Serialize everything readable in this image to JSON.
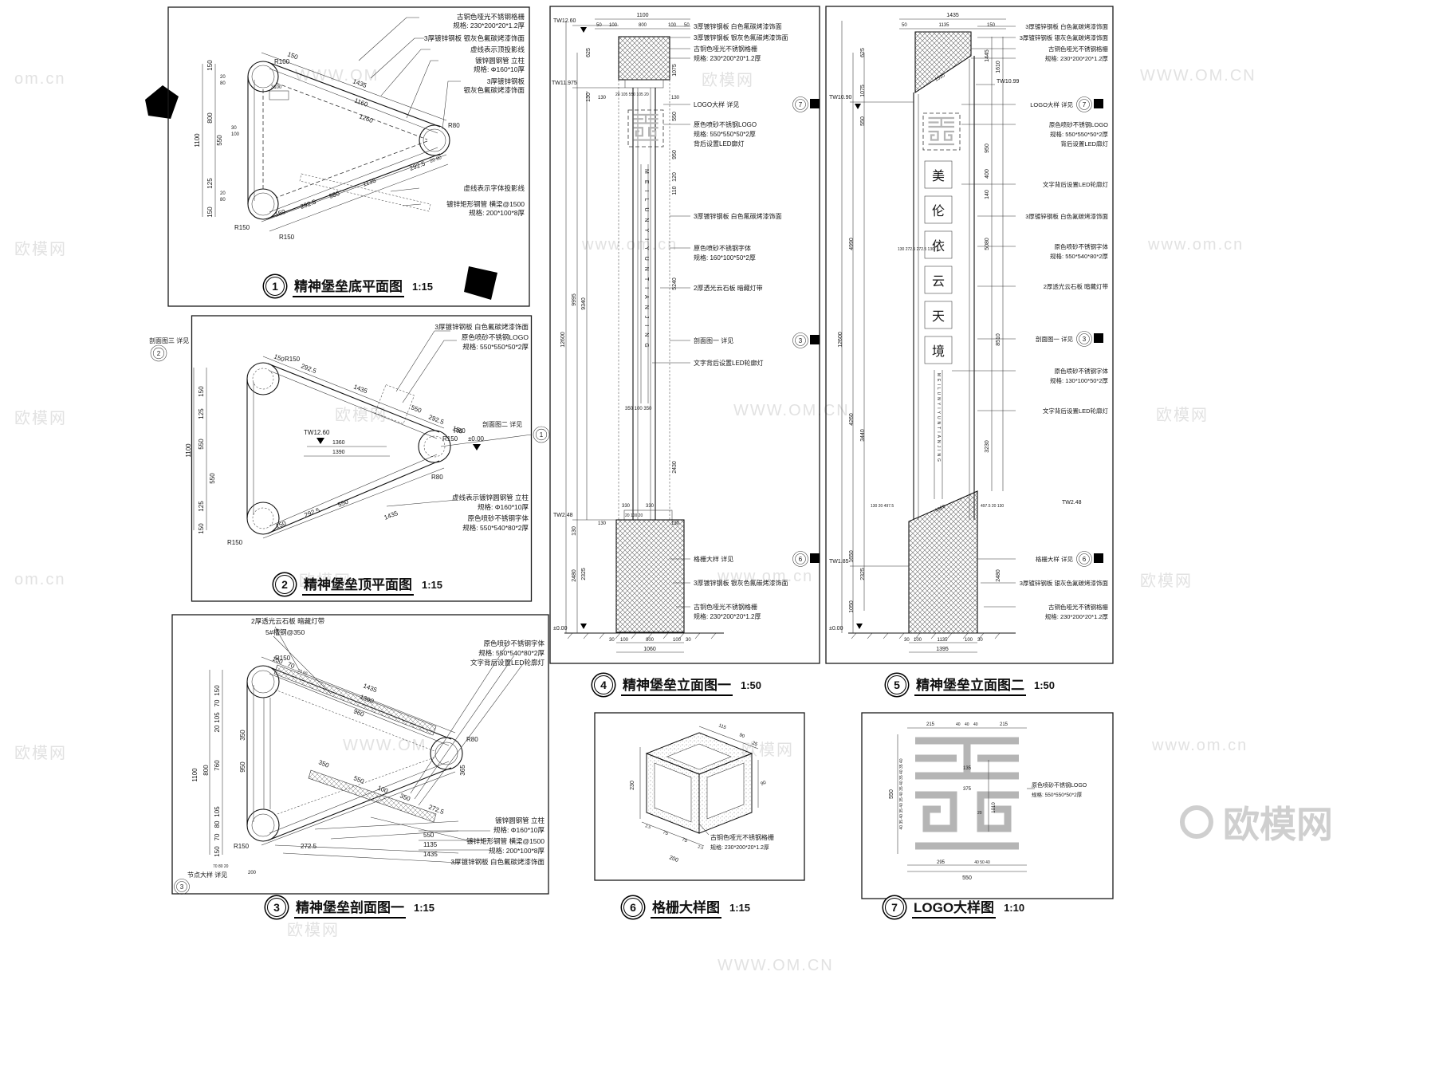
{
  "watermark": {
    "brand": "欧模网",
    "url": "www.om.cn",
    "url_upper": "WWW.OM.CN",
    "url_short": "om.cn",
    "url_part": "WWW.OM"
  },
  "panels": {
    "p1": {
      "num": "1",
      "title": "精神堡垒底平面图",
      "scale": "1:15",
      "co_top": [
        "古铜色哑光不锈钢格栅",
        "规格: 230*200*20*1.2厚",
        "3厚镀锌钢板 银灰色氟碳烤漆饰面",
        "虚线表示顶投影线",
        "镀锌圆钢管  立柱",
        "规格: Φ160*10厚",
        "3厚镀锌钢板",
        "银灰色氟碳烤漆饰面"
      ],
      "co_bot": [
        "虚线表示字体投影线",
        "镀锌矩形钢管  横梁@1500",
        "规格: 200*100*8厚"
      ],
      "dims": {
        "top": [
          "150",
          "1435",
          "1160",
          "1260"
        ],
        "left": [
          "150",
          "800",
          "550",
          "125",
          "150",
          "1100"
        ],
        "small": [
          "20",
          "80",
          "20",
          "80",
          "30",
          "100",
          "3100",
          "20 80"
        ],
        "bottom": [
          "150",
          "292.5",
          "550",
          "1135",
          "292.5"
        ],
        "radii": [
          "R100",
          "R80",
          "R150",
          "R150"
        ]
      }
    },
    "p2": {
      "num": "2",
      "title": "精神堡垒顶平面图",
      "scale": "1:15",
      "sec3": "剖面图三 详见",
      "sec3n": "2",
      "sec2": "剖面图二 详见",
      "sec2n": "1",
      "tw": "TW12.60",
      "lvl": "±0.00",
      "co_top": [
        "3厚镀锌钢板 白色氟碳烤漆饰面",
        "原色喷砂不锈钢LOGO",
        "规格: 550*550*50*2厚"
      ],
      "co_bot": [
        "虚线表示镀锌圆钢管 立柱",
        "规格: Φ160*10厚",
        "原色喷砂不锈钢字体",
        "规格: 550*540*80*2厚"
      ],
      "dims": {
        "top": [
          "150",
          "292.5",
          "1435",
          "550",
          "292.5",
          "150"
        ],
        "left": [
          "150",
          "125",
          "550",
          "125",
          "150",
          "1100"
        ],
        "mid": [
          "1360",
          "1390"
        ],
        "bottom": [
          "150",
          "292.5",
          "550",
          "1435"
        ],
        "radii": [
          "R150",
          "R80",
          "R150",
          "R80"
        ]
      }
    },
    "p3": {
      "num": "3",
      "title": "精神堡垒剖面图一",
      "scale": "1:15",
      "note": "节点大样 详见",
      "noten": "3",
      "co_top": [
        "2厚透光云石板 暗藏灯带",
        "5#槽钢@350",
        "原色喷砂不锈钢字体",
        "规格: 550*540*80*2厚",
        "文字背后设置LED轮廓灯"
      ],
      "co_bot": [
        "镀锌圆钢管  立柱",
        "规格: Φ160*10厚",
        "镀锌矩形钢管  横梁@1500",
        "规格: 200*100*8厚",
        "3厚镀锌钢板 白色氟碳烤漆饰面"
      ],
      "dims": {
        "top": [
          "150",
          "70",
          "20 60",
          "1435",
          "1390",
          "960"
        ],
        "left": [
          "150",
          "70",
          "105",
          "20",
          "760",
          "800",
          "1100",
          "105",
          "80",
          "70",
          "150"
        ],
        "mid": [
          "350",
          "950",
          "350",
          "550",
          "100",
          "350",
          "272.5",
          "365"
        ],
        "bottom": [
          "272.5",
          "550",
          "1135",
          "1435",
          "70 80 20",
          "200"
        ],
        "radii": [
          "R150",
          "R80",
          "R150"
        ]
      }
    },
    "p4": {
      "num": "4",
      "title": "精神堡垒立面图一",
      "scale": "1:50",
      "tw1": "TW12.60",
      "tw2": "TW11.975",
      "tw3": "TW2.48",
      "lvl": "±0.00",
      "vtext": "MEILUNYIYUNTIANJING",
      "r7": "7",
      "r3": "3",
      "r6": "6",
      "co": [
        "3厚镀锌钢板 白色氟碳烤漆饰面",
        "3厚镀锌钢板 银灰色氟碳烤漆饰面",
        "古铜色哑光不锈钢格栅",
        "规格: 230*200*20*1.2厚",
        "LOGO大样 详见",
        "原色喷砂不锈钢LOGO",
        "规格: 550*550*50*2厚",
        "背后设置LED廓灯",
        "3厚镀锌钢板 白色氟碳烤漆饰面",
        "原色喷砂不锈钢字体",
        "规格: 160*100*50*2厚",
        "2厚透光云石板 暗藏灯带",
        "剖面图一 详见",
        "文字背后设置LED轮廓灯",
        "格栅大样 详见",
        "3厚镀锌钢板 银灰色氟碳烤漆饰面",
        "古铜色哑光不锈钢格栅",
        "规格: 230*200*20*1.2厚"
      ],
      "dims": {
        "t1": "1100",
        "t2": "100",
        "t3": "800",
        "t4": "100",
        "t5": "50",
        "t6": "50",
        "left": [
          "625",
          "130",
          "9995",
          "9340",
          "12600",
          "2480",
          "2325",
          "130"
        ],
        "mid": [
          "20 105 550 105 20",
          "130",
          "130",
          "1075",
          "550",
          "950",
          "120",
          "110",
          "5240",
          "350 100 350",
          "2430",
          "330",
          "330",
          "20 100 20",
          "130",
          "130"
        ],
        "bottom": [
          "30",
          "100",
          "800",
          "100",
          "30",
          "1060"
        ]
      }
    },
    "p5": {
      "num": "5",
      "title": "精神堡垒立面图二",
      "scale": "1:50",
      "tw1": "TW10.90",
      "tw2": "TW10.99",
      "tw3": "TW2.48",
      "tw4": "TW1.85",
      "lvl": "±0.00",
      "chars": [
        "美",
        "伦",
        "依",
        "云",
        "天",
        "境"
      ],
      "vtext": "MEILUNYIYUNTIANJING",
      "r7": "7",
      "r3": "3",
      "r6": "6",
      "co": [
        "3厚镀锌钢板 白色氟碳烤漆饰面",
        "3厚镀锌钢板 银灰色氟碳烤漆饰面",
        "古铜色哑光不锈钢格栅",
        "规格: 230*200*20*1.2厚",
        "LOGO大样 详见",
        "原色喷砂不锈钢LOGO",
        "规格: 550*550*50*2厚",
        "背后设置LED廓灯",
        "文字背后设置LED轮廓灯",
        "3厚镀锌钢板 白色氟碳烤漆饰面",
        "原色喷砂不锈钢字体",
        "规格: 550*540*80*2厚",
        "2厚透光云石板 暗藏灯带",
        "剖面图一 详见",
        "原色喷砂不锈钢字体",
        "规格: 130*100*50*2厚",
        "文字背后设置LED轮廓灯",
        "格栅大样 详见",
        "3厚镀锌钢板 银灰色氟碳烤漆饰面",
        "古铜色哑光不锈钢格栅",
        "规格: 230*200*20*1.2厚"
      ],
      "dims": {
        "t1": "1435",
        "t2": "50",
        "t3": "1135",
        "t4": "150",
        "left": [
          "625",
          "1075",
          "550",
          "4990",
          "4260",
          "1650",
          "1050",
          "12600",
          "3440",
          "2325",
          "130 272.5 272.5 130",
          "130 20 497.5",
          "497.5 20 130"
        ],
        "right": [
          "1445",
          "1610",
          "950",
          "400",
          "140",
          "5080",
          "8510",
          "3230",
          "2480"
        ],
        "diag": [
          "1520",
          "1320"
        ],
        "bottom": [
          "30",
          "100",
          "1135",
          "100",
          "30",
          "1395"
        ]
      }
    },
    "p6": {
      "num": "6",
      "title": "格栅大样图",
      "scale": "1:15",
      "co": [
        "古铜色哑光不锈钢格栅",
        "规格: 230*200*20*1.2厚"
      ],
      "dims": [
        "115",
        "90",
        "25",
        "230",
        "90",
        "2.5",
        "75",
        "75",
        "2.5",
        "200"
      ]
    },
    "p7": {
      "num": "7",
      "title": "LOGO大样图",
      "scale": "1:10",
      "co": [
        "原色喷砂不锈钢LOGO",
        "规格: 550*550*50*2厚"
      ],
      "dims": {
        "top": [
          "215",
          "40",
          "40",
          "40",
          "215"
        ],
        "total_left": "550",
        "col": "40 35 40 35 40 35 40 35 40 35 40 35 40",
        "inner": [
          "135",
          "375",
          "20",
          "1010"
        ],
        "bottom": [
          "295",
          "40 50 40",
          "550"
        ]
      }
    }
  }
}
